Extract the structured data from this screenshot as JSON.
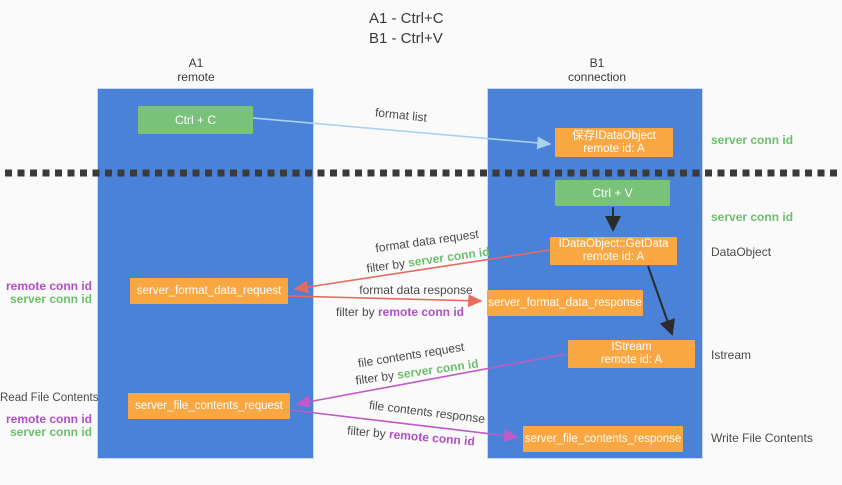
{
  "title": {
    "line1": "A1 - Ctrl+C",
    "line2": "B1 - Ctrl+V"
  },
  "columns": {
    "left": {
      "name": "A1",
      "role": "remote"
    },
    "right": {
      "name": "B1",
      "role": "connection"
    }
  },
  "boxes": {
    "ctrl_c": "Ctrl + C",
    "ctrl_v": "Ctrl + V",
    "save_idataobject": {
      "line1": "保存IDataObject",
      "line2": "remote id: A"
    },
    "getdata": {
      "line1": "IDataObject::GetData",
      "line2": "remote id: A"
    },
    "istream": {
      "line1": "IStream",
      "line2": "remote id: A"
    },
    "format_request": "server_format_data_request",
    "format_response": "server_format_data_response",
    "file_request": "server_file_contents_request",
    "file_response": "server_file_contents_response"
  },
  "flow": {
    "format_list": "format list",
    "format_request": {
      "text": "format data request",
      "filter_prefix": "filter by ",
      "filter_key": "server conn id"
    },
    "format_response": {
      "text": "format data response",
      "filter_prefix": "filter by ",
      "filter_key": "remote conn id"
    },
    "file_request": {
      "text": "file contents request",
      "filter_prefix": "filter by ",
      "filter_key": "server conn id"
    },
    "file_response": {
      "text": "file contents response",
      "filter_prefix": "filter by ",
      "filter_key": "remote conn id"
    }
  },
  "side_labels": {
    "right_server_conn_id_top": "server conn id",
    "right_server_conn_id_mid": "server conn id",
    "right_dataobject": "DataObject",
    "right_istream": "Istream",
    "right_write_file_contents": "Write File Contents",
    "left_remote_conn_id_top": "remote conn id",
    "left_server_conn_id_top": "server conn id",
    "left_read_file_contents": "Read File Contents",
    "left_remote_conn_id_bottom": "remote conn id",
    "left_server_conn_id_bottom": "server conn id"
  },
  "colors": {
    "bg": "#fafafa",
    "lane_blue": "#4a82d8",
    "green_box": "#79c279",
    "orange_box": "#f9a743",
    "text_dark": "#3d3d3d",
    "green_text": "#6cbf6c",
    "purple_text": "#b04fc6",
    "red_arrow": "#e8695e",
    "purple_arrow": "#c05ac8",
    "lightblue_arrow": "#a9d2f0",
    "black_arrow": "#2b2b2b"
  }
}
